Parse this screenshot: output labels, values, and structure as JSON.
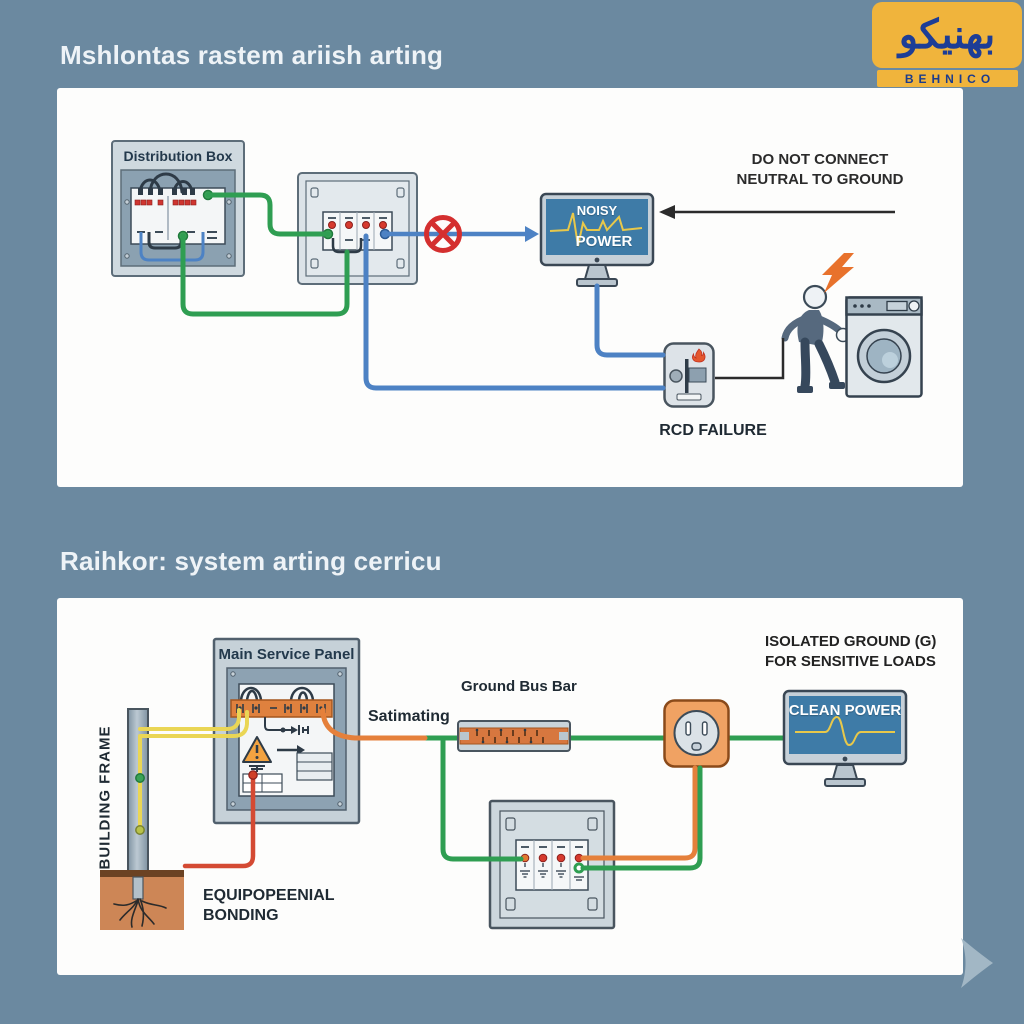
{
  "logo": {
    "brand_fa": "بهنیکو",
    "brand_en": "BEHNICO"
  },
  "top": {
    "title": "Mshlontas rastem ariish arting",
    "distribution_box": "Distribution Box",
    "warning1": "DO NOT CONNECT",
    "warning2": "NEUTRAL TO GROUND",
    "monitor1": "NOISY",
    "monitor2": "POWER",
    "rcd": "RCD FAILURE"
  },
  "bottom": {
    "title": "Raihkor: system arting cerricu",
    "panel": "Main Service Panel",
    "bus_bar": "Ground Bus Bar",
    "satimating": "Satimating",
    "frame": "BUILDING FRAME",
    "bond1": "EQUIPOPEENIAL",
    "bond2": "BONDING",
    "iso1": "ISOLATED GROUND (G)",
    "iso2": "FOR SENSITIVE LOADS",
    "monitor": "CLEAN POWER"
  },
  "colors": {
    "background": "#6b89a0",
    "panel": "#fdfdfc",
    "wire_green": "#2f9e52",
    "wire_blue": "#4d82c4",
    "wire_yellow": "#ead655",
    "wire_orange": "#e5803b",
    "wire_red": "#d44a33",
    "screen_blue": "#3e7ba7",
    "bus_orange": "#df813e",
    "logo_yellow": "#f0b43c"
  }
}
